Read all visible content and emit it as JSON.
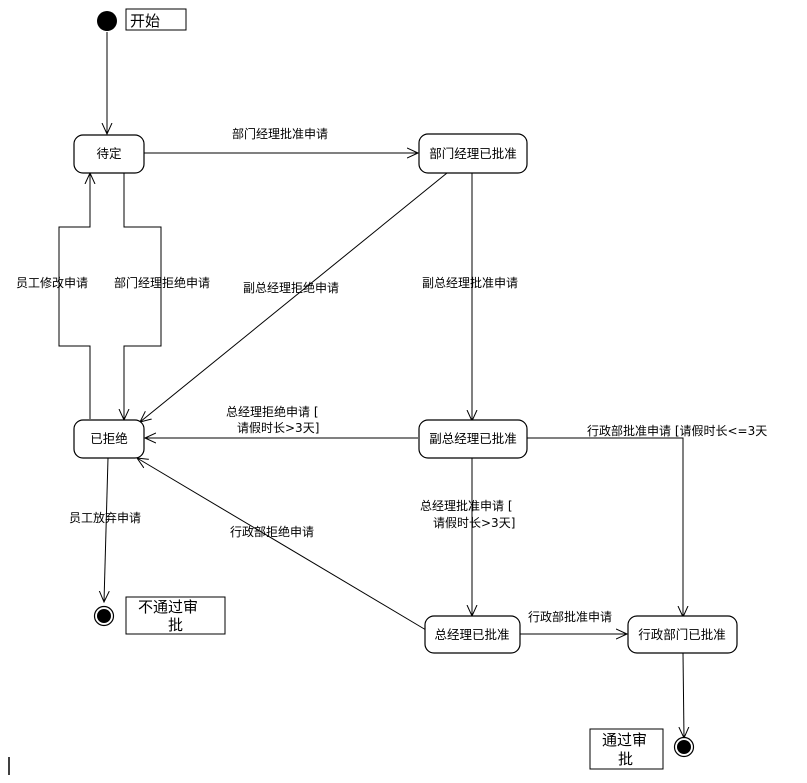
{
  "start_note": "开始",
  "states": {
    "pending": "待定",
    "dept_approved": "部门经理已批准",
    "rejected": "已拒绝",
    "vp_approved": "副总经理已批准",
    "gm_approved": "总经理已批准",
    "admin_approved": "行政部门已批准"
  },
  "transitions": {
    "dept_approve": "部门经理批准申请",
    "employee_modify": "员工修改申请",
    "dept_reject": "部门经理拒绝申请",
    "vp_reject": "副总经理拒绝申请",
    "vp_approve": "副总经理批准申请",
    "gm_reject_line1": "总经理拒绝申请 [",
    "gm_reject_line2": "请假时长>3天]",
    "admin_approve_short": "行政部批准申请 [请假时长<=3天",
    "gm_approve_line1": "总经理批准申请 [",
    "gm_approve_line2": "请假时长>3天]",
    "employee_abandon": "员工放弃申请",
    "admin_reject": "行政部拒绝申请",
    "admin_approve": "行政部批准申请"
  },
  "end_notes": {
    "fail_line1": "不通过审",
    "fail_line2": "批",
    "pass_line1": "通过审",
    "pass_line2": "批"
  }
}
